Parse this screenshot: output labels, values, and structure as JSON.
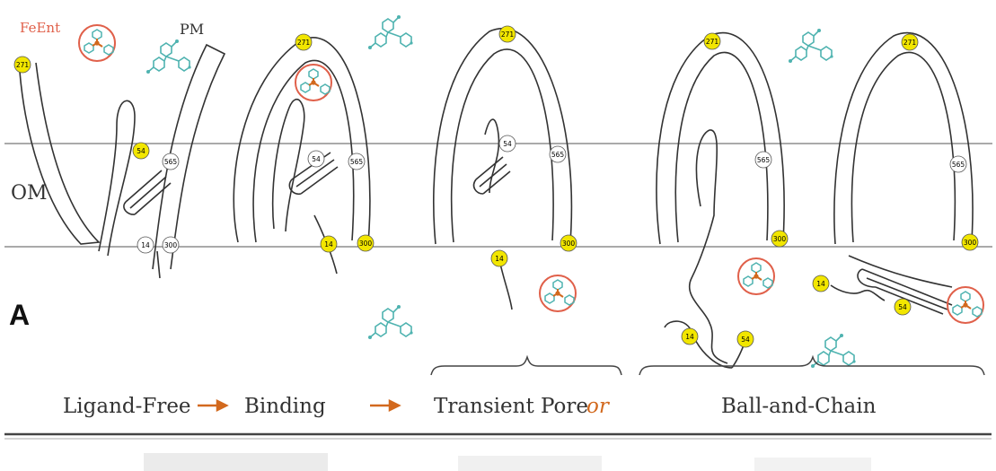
{
  "labels": {
    "fe_ent": "FeEnt",
    "pm": "PM",
    "om": "OM",
    "panel": "A"
  },
  "residues": {
    "r271": "271",
    "r54": "54",
    "r565": "565",
    "r14": "14",
    "r300": "300"
  },
  "legend": {
    "step1": "Ligand-Free",
    "step2": "Binding",
    "step3": "Transient Pore",
    "or": "or",
    "step4": "Ball-and-Chain"
  },
  "colors": {
    "residue_fill": "#f2e600",
    "ligand_ring": "#e0604a",
    "ligand": "#4fb3b0",
    "arrow": "#d2691e",
    "or_text": "#d2691e",
    "line": "#333333"
  },
  "icons": [
    "ferric-enterobactin-icon",
    "enterobactin-icon",
    "arrow-icon"
  ]
}
